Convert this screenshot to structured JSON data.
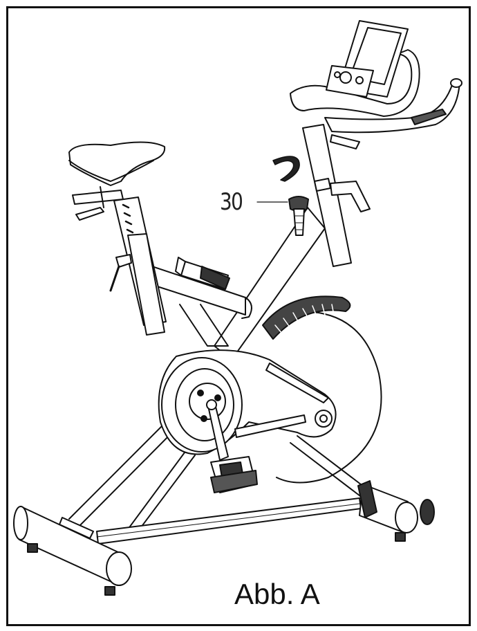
{
  "figure": {
    "part_number": "30",
    "caption": "Abb. A"
  },
  "colors": {
    "ink": "#111111",
    "paper": "#ffffff",
    "shade": "#555555"
  },
  "icons": [
    "exercise-bike-illustration",
    "adjustment-knob-icon",
    "clip-icon",
    "water-bottle-icon",
    "saddle-icon",
    "console-icon",
    "flywheel-icon",
    "pedal-icon"
  ]
}
